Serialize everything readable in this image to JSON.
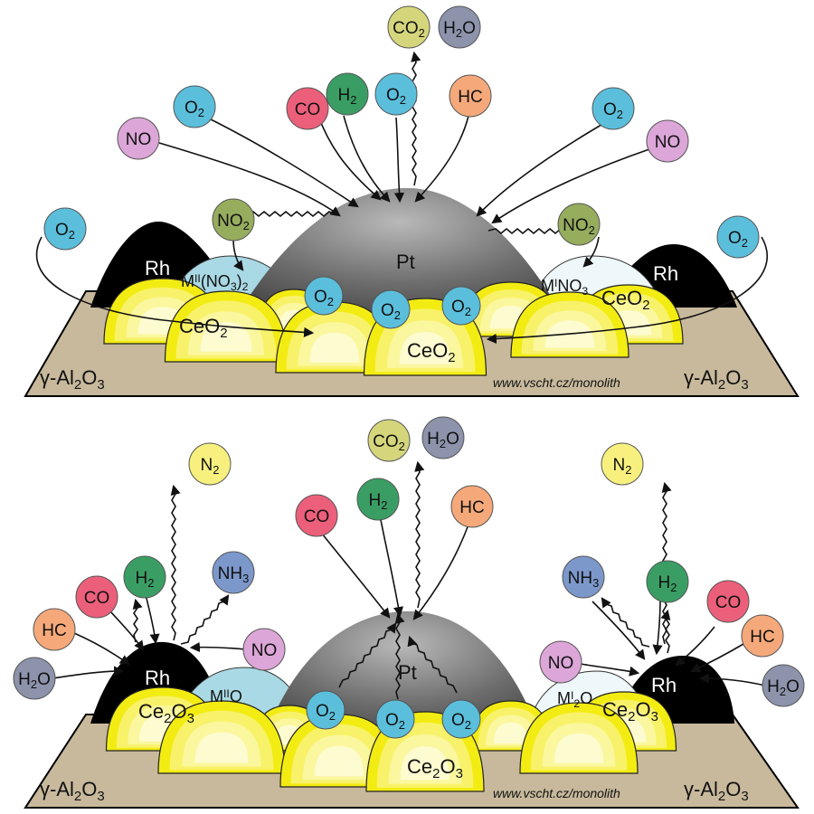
{
  "colors": {
    "O2": "#5bbfdc",
    "NO": "#dca6d8",
    "NO2": "#96ad5e",
    "CO": "#ec5f7a",
    "H2": "#3a9e64",
    "HC": "#f5a97a",
    "CO2": "#d5d67c",
    "H2O": "#8c93ab",
    "N2": "#f7f07e",
    "NH3": "#7c98cb",
    "ceria": "#f3ec12",
    "support": "#c8b99c",
    "storage": "#a9d9e4",
    "rh": "#000000"
  },
  "top": {
    "pt_label": "Pt",
    "rh_left": "Rh",
    "rh_right": "Rh",
    "storage_left": "M^II(NO_3)_2",
    "storage_right": "M^INO_3",
    "ceria_left": "CeO_2",
    "ceria_right": "CeO_2",
    "ceria_center": "CeO_2",
    "support_left": "γ-Al_2O_3",
    "support_right": "γ-Al_2O_3",
    "url": "www.vscht.cz/monolith",
    "molecules": {
      "co2": "CO_2",
      "h2o": "H_2O",
      "co": "CO",
      "h2": "H_2",
      "o2_mid": "O_2",
      "hc": "HC",
      "no_left": "NO",
      "o2_left_up": "O_2",
      "o2_left_far": "O_2",
      "no2_left": "NO_2",
      "no2_right": "NO_2",
      "o2_right_up": "O_2",
      "no_right": "NO",
      "o2_right_far": "O_2",
      "o2_pt_1": "O_2",
      "o2_pt_2": "O_2",
      "o2_pt_3": "O_2"
    }
  },
  "bottom": {
    "pt_label": "Pt",
    "rh_left": "Rh",
    "rh_right": "Rh",
    "storage_left": "M^IIO",
    "storage_right": "M^I_2O",
    "ceria_left": "Ce_2O_3",
    "ceria_right": "Ce_2O_3",
    "ceria_center": "Ce_2O_3",
    "support_left": "γ-Al_2O_3",
    "support_right": "γ-Al_2O_3",
    "url": "www.vscht.cz/monolith",
    "molecules": {
      "co2": "CO_2",
      "h2o": "H_2O",
      "co": "CO",
      "h2": "H_2",
      "hc": "HC",
      "n2_left": "N_2",
      "n2_right": "N_2",
      "h2_left": "H_2",
      "co_left": "CO",
      "hc_left": "HC",
      "h2o_left": "H_2O",
      "nh3_left": "NH_3",
      "no_left": "NO",
      "nh3_right": "NH_3",
      "h2_right": "H_2",
      "co_right": "CO",
      "hc_right": "HC",
      "h2o_right": "H_2O",
      "no_right": "NO",
      "o2_pt_1": "O_2",
      "o2_pt_2": "O_2",
      "o2_pt_3": "O_2"
    }
  }
}
